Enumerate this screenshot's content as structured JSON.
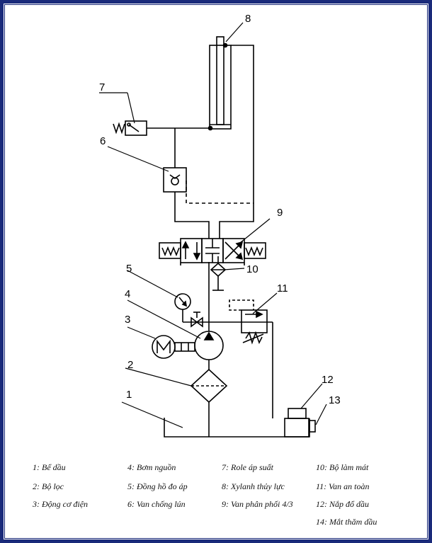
{
  "callouts": [
    "1",
    "2",
    "3",
    "4",
    "5",
    "6",
    "7",
    "8",
    "9",
    "10",
    "11",
    "12",
    "13"
  ],
  "legend": [
    {
      "label": "1: Bể dầu"
    },
    {
      "label": "2: Bộ lọc"
    },
    {
      "label": "3: Động cơ điện"
    },
    {
      "label": "4: Bơm nguồn"
    },
    {
      "label": "5: Đồng hồ đo áp"
    },
    {
      "label": "6: Van chống lún"
    },
    {
      "label": "7: Role áp suất"
    },
    {
      "label": "8: Xylanh thủy lực"
    },
    {
      "label": "9: Van phân phối 4/3"
    },
    {
      "label": "10: Bộ làm mát"
    },
    {
      "label": "11: Van an toàn"
    },
    {
      "label": "12: Nắp đổ dầu"
    },
    {
      "label": "14: Mắt thăm dầu"
    }
  ]
}
